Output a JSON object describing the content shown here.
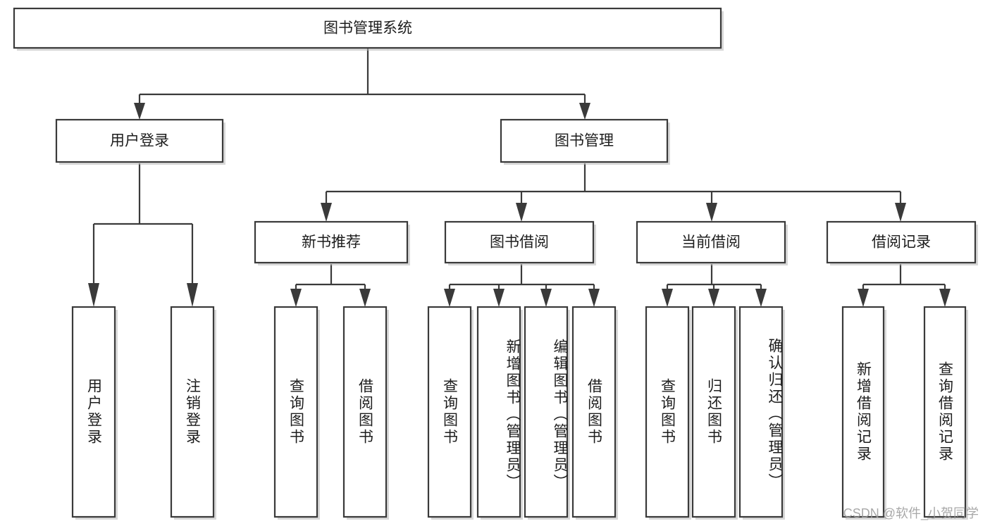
{
  "diagram": {
    "title": "图书管理系统",
    "type": "tree-hierarchy",
    "watermark": "CSDN @软件_小贺同学",
    "root": {
      "label": "图书管理系统",
      "level": 0
    },
    "level1": [
      {
        "label": "用户登录"
      },
      {
        "label": "图书管理"
      }
    ],
    "level2": [
      {
        "label": "新书推荐"
      },
      {
        "label": "图书借阅"
      },
      {
        "label": "当前借阅"
      },
      {
        "label": "借阅记录"
      }
    ],
    "leaves": {
      "user_login": [
        {
          "label": "用户登录"
        },
        {
          "label": "注销登录"
        }
      ],
      "new_book_recommend": [
        {
          "label": "查询图书"
        },
        {
          "label": "借阅图书"
        }
      ],
      "book_borrow": [
        {
          "label": "查询图书"
        },
        {
          "label": "新增图书（管理员）"
        },
        {
          "label": "编辑图书（管理员）"
        },
        {
          "label": "借阅图书"
        }
      ],
      "current_borrow": [
        {
          "label": "查询图书"
        },
        {
          "label": "归还图书"
        },
        {
          "label": "确认归还（管理员）"
        }
      ],
      "borrow_record": [
        {
          "label": "新增借阅记录"
        },
        {
          "label": "查询借阅记录"
        }
      ]
    },
    "colors": {
      "stroke": "#3a3a3a",
      "fill": "#ffffff",
      "text": "#1d1d1d",
      "watermark": "#9a9a9a"
    }
  }
}
